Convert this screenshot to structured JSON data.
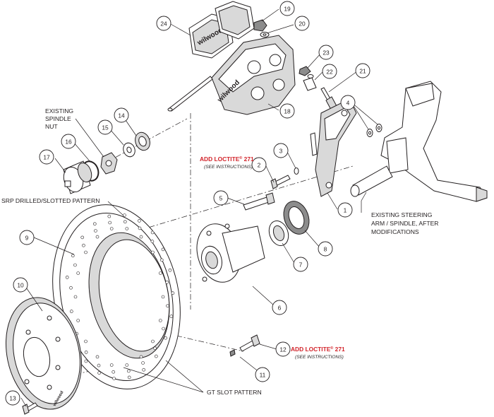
{
  "callouts": {
    "c1": "1",
    "c2": "2",
    "c3": "3",
    "c4": "4",
    "c5": "5",
    "c6": "6",
    "c7": "7",
    "c8": "8",
    "c9": "9",
    "c10": "10",
    "c11": "11",
    "c12": "12",
    "c13": "13",
    "c14": "14",
    "c15": "15",
    "c16": "16",
    "c17": "17",
    "c18": "18",
    "c19": "19",
    "c20": "20",
    "c21": "21",
    "c22": "22",
    "c23": "23",
    "c24": "24"
  },
  "labels": {
    "spindle_nut": [
      "EXISTING",
      "SPINDLE",
      "NUT"
    ],
    "srp_pattern": "SRP DRILLED/SLOTTED PATTERN",
    "gt_pattern": "GT SLOT PATTERN",
    "steering": [
      "EXISTING STEERING",
      "ARM / SPINDLE, AFTER",
      "MODIFICATIONS"
    ]
  },
  "loctite_notes": {
    "note_2": {
      "text": "ADD LOCTITE",
      "mark": "®",
      "num": " 271",
      "instructions": "(SEE INSTRUCTIONS)"
    },
    "note_12": {
      "text": "ADD LOCTITE",
      "mark": "®",
      "num": " 271",
      "instructions": "(SEE INSTRUCTIONS)"
    }
  },
  "logos": {
    "pad": "wilwood",
    "caliper": "wilwood",
    "rotor": "wilwood"
  },
  "colors": {
    "line": "#231f20",
    "loctite_red": "#d2232a",
    "part_fill": "#ffffff",
    "shade": "#d9d9d9"
  }
}
